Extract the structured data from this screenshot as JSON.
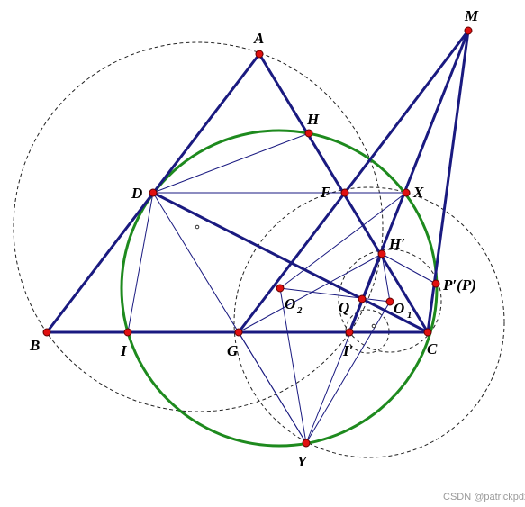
{
  "labels": {
    "A": "A",
    "B": "B",
    "C": "C",
    "D": "D",
    "F": "F",
    "G": "G",
    "H": "H",
    "Hp": "H′",
    "I": "I",
    "Ip": "I′",
    "M": "M",
    "O1": "O",
    "O1_sub": "1",
    "O2": "O",
    "O2_sub": "2",
    "P": "P′(P)",
    "Q": "Q",
    "X": "X",
    "Y": "Y"
  },
  "watermark": "CSDN @patrickpdx"
}
